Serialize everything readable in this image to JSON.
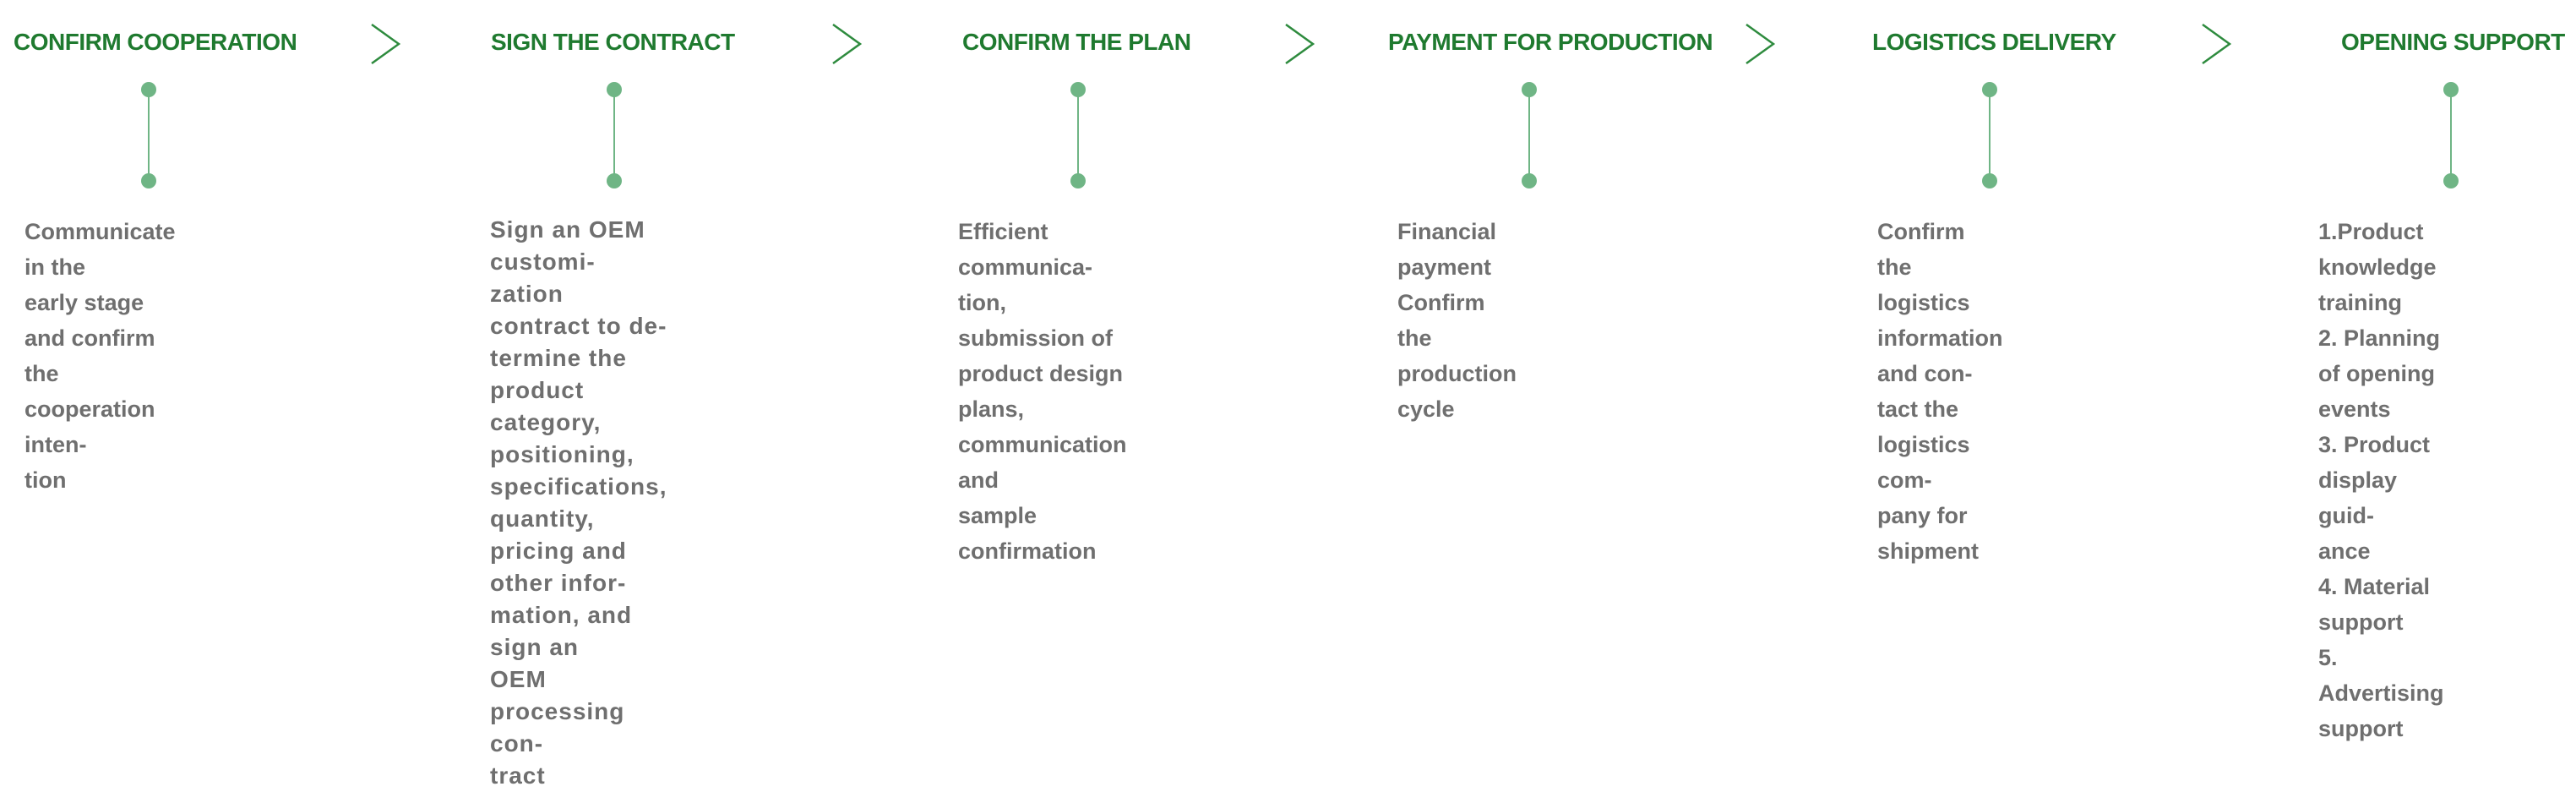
{
  "colors": {
    "title_green": "#1f7a2f",
    "connector_green": "#6fb585",
    "text_gray": "#6f6f6f",
    "arrow_green": "#2e8b3e"
  },
  "steps": [
    {
      "title": "CONFIRM COOPERATION",
      "lines": [
        "Communicate in the",
        "early stage and confirm",
        "the cooperation inten-",
        "tion"
      ]
    },
    {
      "title": "SIGN THE CONTRACT",
      "lines": [
        "Sign an OEM customi-",
        "zation contract to de-",
        "termine the product",
        "category, positioning,",
        "specifications, quantity,",
        "pricing and other infor-",
        "mation, and sign an",
        "OEM processing con-",
        "tract"
      ]
    },
    {
      "title": "CONFIRM THE PLAN",
      "lines": [
        "Efficient communica-",
        "tion, submission of",
        "product design plans,",
        "communication and",
        "sample confirmation"
      ]
    },
    {
      "title": "PAYMENT FOR PRODUCTION",
      "lines": [
        "Financial payment",
        "Confirm the production",
        "cycle"
      ]
    },
    {
      "title": "LOGISTICS DELIVERY",
      "lines": [
        "Confirm the logistics",
        "information and con-",
        "tact the logistics com-",
        "pany for shipment"
      ]
    },
    {
      "title": "OPENING SUPPORT",
      "lines": [
        "1.Product knowledge",
        "training",
        "2. Planning of opening",
        "events",
        "3. Product display guid-",
        "ance",
        "4. Material support",
        "5. Advertising support"
      ]
    }
  ],
  "arrow_icon": "chevron-right-icon"
}
